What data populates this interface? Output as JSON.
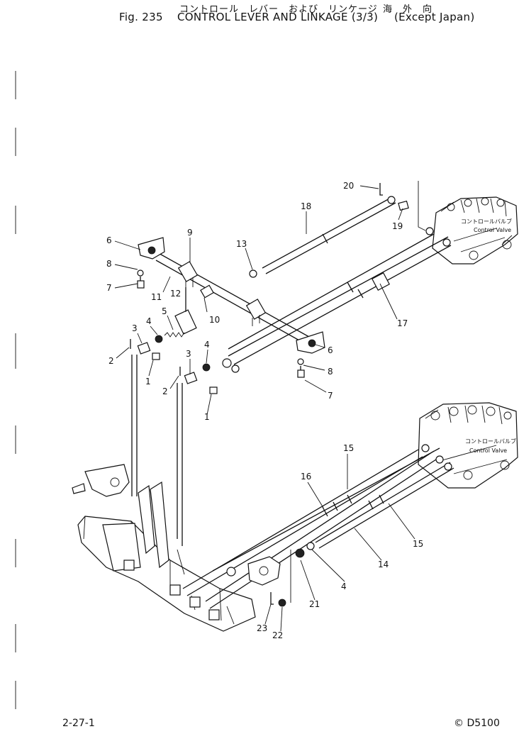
{
  "header": {
    "title_jp": "コントロール　レバー　および　リンケージ",
    "region_jp": "海　外　向",
    "figure_no": "Fig. 235",
    "title_en": "CONTROL LEVER AND LINKAGE (3/3)",
    "region_en": "(Except Japan)"
  },
  "diagram": {
    "valve_label_jp": "コントロールバルブ",
    "valve_label_en": "Control Valve",
    "callouts": [
      "1",
      "2",
      "3",
      "4",
      "5",
      "6",
      "7",
      "8",
      "9",
      "10",
      "11",
      "12",
      "13",
      "14",
      "15",
      "16",
      "17",
      "18",
      "19",
      "20",
      "21",
      "22",
      "23"
    ]
  },
  "footer": {
    "page_ref": "2-27-1",
    "doc_ref": "© D5100"
  }
}
